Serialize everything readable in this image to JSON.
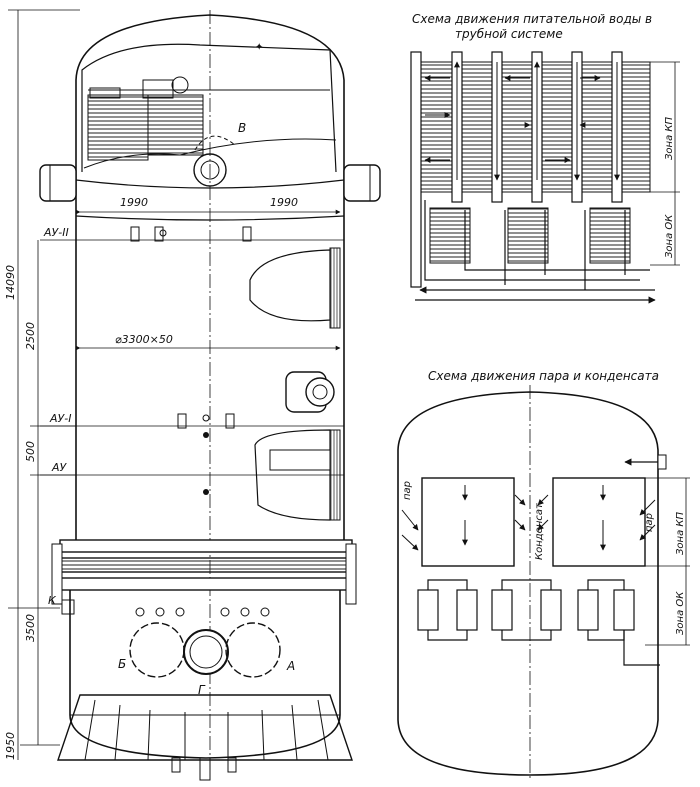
{
  "titles": {
    "feedwater_line1": "Схема движения питательной воды в",
    "feedwater_line2": "трубной системе",
    "steam": "Схема движения пара и конденсата"
  },
  "dimensions": {
    "total_height": "14090",
    "d2500": "2500",
    "d500": "500",
    "d3500": "3500",
    "d1950": "1950",
    "half_width_left": "1990",
    "half_width_right": "1990",
    "shell_diameter": "⌀3300×50"
  },
  "labels": {
    "au2": "АУ-II",
    "au1": "АУ-I",
    "au": "АУ",
    "k": "К",
    "b_top": "В",
    "b_cyr": "Б",
    "g": "Г",
    "a": "А"
  },
  "zones": {
    "kp": "Зона КП",
    "ok": "Зона ОК",
    "kp2": "Зона КП",
    "ok2": "Зона ОК"
  },
  "steam_labels": {
    "steam_left": "пар",
    "steam_right": "пар",
    "condensate": "Конденсат"
  }
}
